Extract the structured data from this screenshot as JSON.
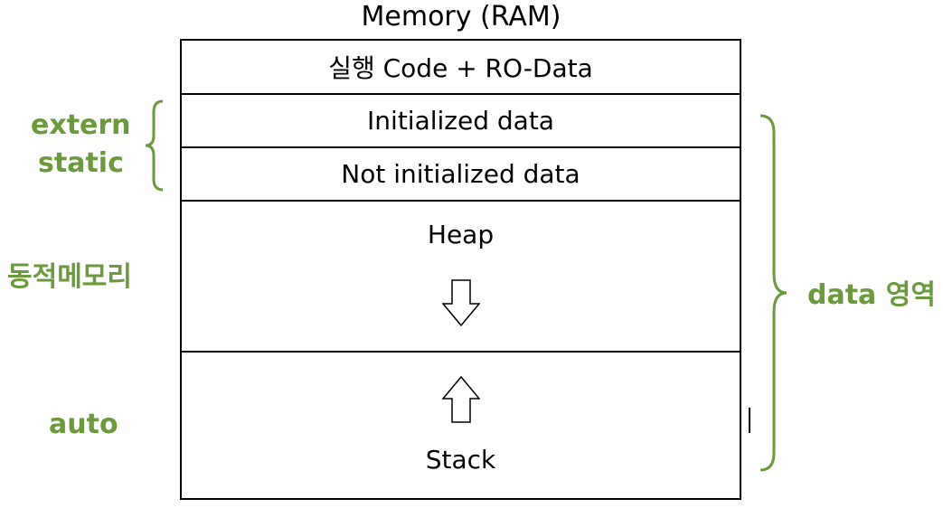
{
  "title": "Memory (RAM)",
  "segments": {
    "code": "실행 Code + RO-Data",
    "initialized": "Initialized data",
    "uninitialized": "Not initialized data",
    "heap": "Heap",
    "stack": "Stack"
  },
  "labels": {
    "extern": "extern",
    "static": "static",
    "dynamic": "동적메모리",
    "auto": "auto",
    "data_region": "data 영역"
  },
  "colors": {
    "label_green": "#6a9a3a",
    "line": "#000000"
  }
}
